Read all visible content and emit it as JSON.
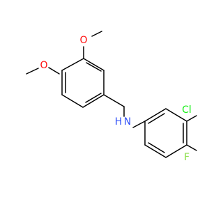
{
  "molecule": {
    "atoms": {
      "oxygen_upper": "O",
      "oxygen_lower": "O",
      "nitrogen": "N",
      "hydrogen": "H",
      "chlorine": "Cl",
      "fluorine": "F"
    },
    "colors": {
      "bond": "#000000",
      "oxygen": "#ff0d0d",
      "nitrogen": "#3050f8",
      "chlorine": "#1ff01f",
      "fluorine": "#90e050"
    }
  }
}
